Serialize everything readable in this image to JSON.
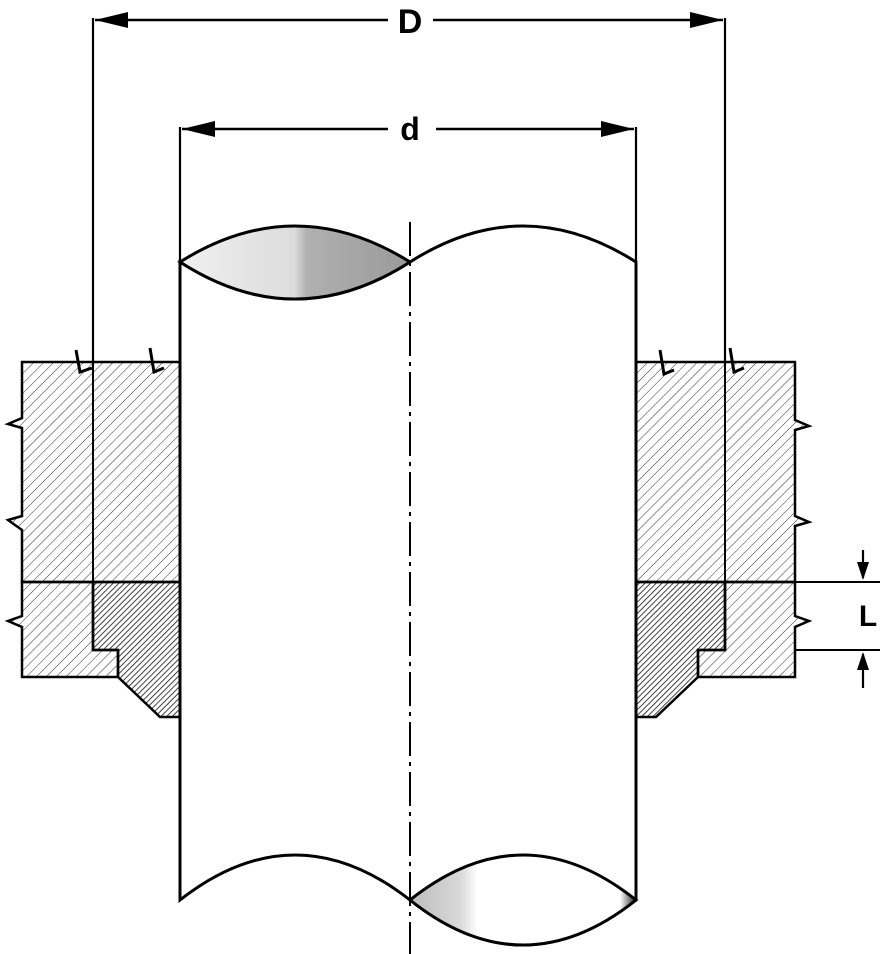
{
  "labels": {
    "outer_diameter": "D",
    "inner_diameter": "d",
    "length": "L"
  },
  "colors": {
    "outline": "#000000",
    "hatch": "#333333",
    "background": "#ffffff",
    "shade_light": "#e4e4e4",
    "shade_dark": "#a8a8a8"
  }
}
